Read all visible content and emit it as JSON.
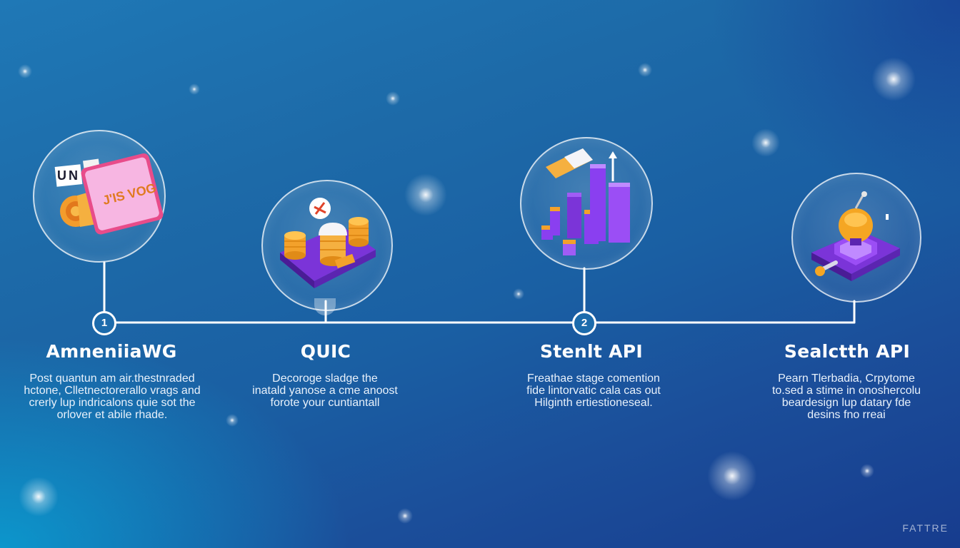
{
  "colors": {
    "accent_purple": "#8a3ff0",
    "accent_orange": "#f6a623",
    "line": "#ffffff"
  },
  "steps": [
    {
      "number": "1",
      "title": "AmneniiaWG",
      "description": [
        "Post quantun am air.thestnraded",
        "hctone, Clletnectorerallo vrags and",
        "crerly lup indricalons quie sot the",
        "orlover et abile rhade."
      ],
      "illustration": "vpn-screen-icon",
      "illustration_text": "J'IS VOG"
    },
    {
      "number": "",
      "title": "QUIC",
      "description": [
        "Decoroge sladge the",
        "inatald yanose a cme anoost",
        "forote your cuntiantall"
      ],
      "illustration": "coin-platform-icon"
    },
    {
      "number": "2",
      "title": "Stenlt API",
      "description": [
        "Freathae stage comention",
        "fide lintorvatic cala cas out",
        "Hilginth ertiestioneseal."
      ],
      "illustration": "bar-growth-icon"
    },
    {
      "number": "",
      "title": "Sealctth API",
      "description": [
        "Pearn Tlerbadia, Crpytome",
        "to.sed a stime in onoshercolu",
        "beardesign lup datary fde",
        "desins fno rreai"
      ],
      "illustration": "hub-device-icon"
    }
  ],
  "watermark": "FATTRE"
}
